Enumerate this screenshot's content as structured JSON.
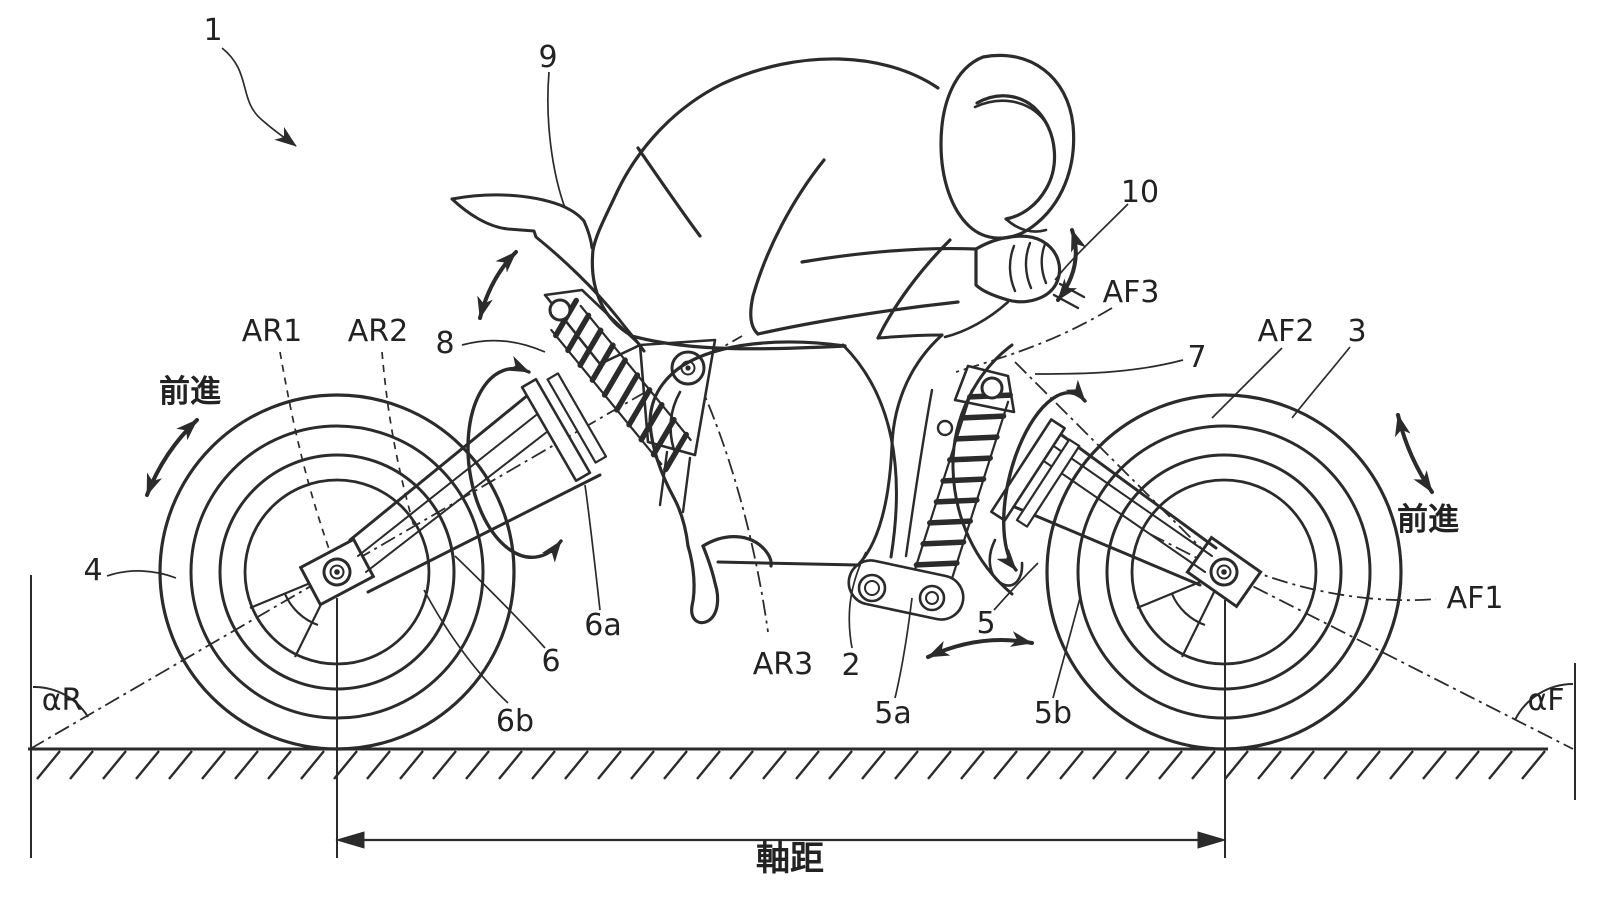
{
  "figure": {
    "kind": "patent line drawing",
    "subject": "motorcycle with front and rear swingarm suspension and crouched rider"
  },
  "labels": {
    "ref1": "1",
    "ref2": "2",
    "ref3": "3",
    "ref4": "4",
    "ref5": "5",
    "ref5a": "5a",
    "ref5b": "5b",
    "ref6": "6",
    "ref6a": "6a",
    "ref6b": "6b",
    "ref7": "7",
    "ref8": "8",
    "ref9": "9",
    "ref10": "10",
    "ar1": "AR1",
    "ar2": "AR2",
    "ar3": "AR3",
    "af1": "AF1",
    "af2": "AF2",
    "af3": "AF3",
    "alpha_r": "αR",
    "alpha_f": "αF",
    "forward_left": "前進",
    "forward_right": "前進",
    "wheelbase": "軸距"
  },
  "colors": {
    "line": "#2b2b2b",
    "background": "#ffffff"
  }
}
